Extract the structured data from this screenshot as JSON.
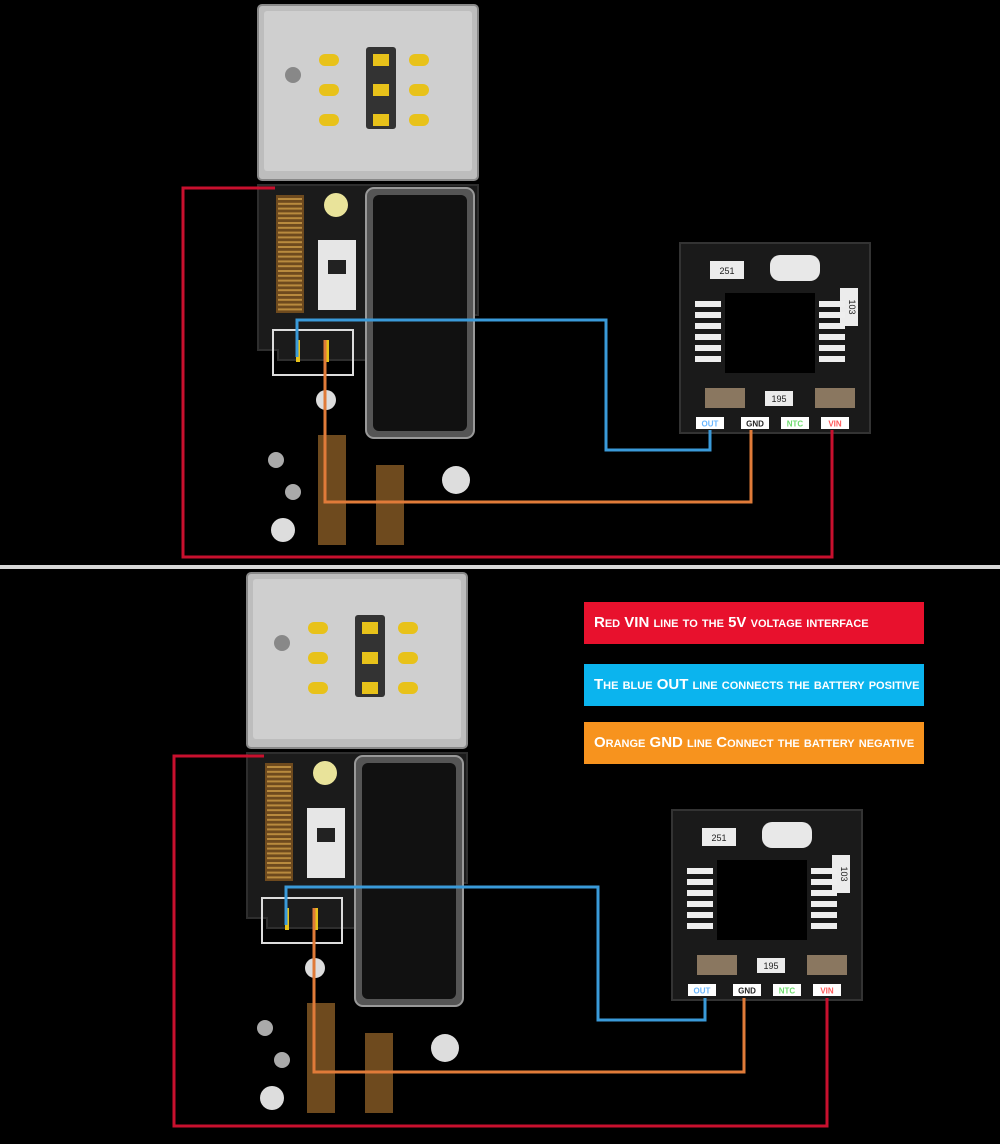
{
  "legend": {
    "red": {
      "text": "Red VIN line to the 5V voltage interface",
      "color": "#e8112d"
    },
    "blue": {
      "text": "The blue OUT line connects the battery positive",
      "color": "#0bb4ee"
    },
    "orange": {
      "text": "Orange GND line Connect the battery negative",
      "color": "#f7931e"
    }
  },
  "module": {
    "pins": {
      "out": "OUT",
      "gnd": "GND",
      "ntc": "NTC",
      "vin": "VIN"
    },
    "markings": {
      "r1": "251",
      "r2": "103",
      "r3": "195"
    }
  },
  "colors": {
    "wire_red": "#c8102e",
    "wire_blue": "#3a9ad9",
    "wire_orange": "#e07b39",
    "pcb": "#1b1b1b",
    "sim_tray": "#bdbdbd",
    "gold": "#e8c21a"
  },
  "panels": [
    {
      "id": "top"
    },
    {
      "id": "bottom"
    }
  ]
}
